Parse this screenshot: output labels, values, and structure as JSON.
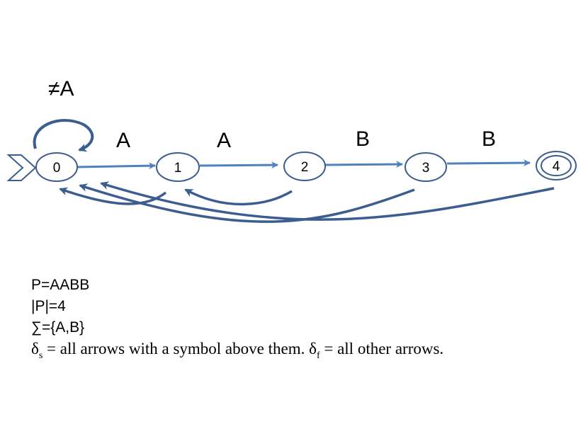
{
  "diagram": {
    "self_loop_label": "≠A",
    "states": [
      "0",
      "1",
      "2",
      "3",
      "4"
    ],
    "transitions": [
      "A",
      "A",
      "B",
      "B"
    ]
  },
  "colors": {
    "forward_arrow": "#4f81bd",
    "back_arrow": "#3b5d8f",
    "node_stroke": "#3b5d8f"
  },
  "notes": {
    "line1": "P=AABB",
    "line2": "|P|=4",
    "line3": "∑={A,B}",
    "line4": {
      "delta_s": "δ",
      "sub_s": "s",
      "text_s": " = all arrows with a symbol above them. ",
      "delta_f": "δ",
      "sub_f": "f",
      "text_f": " = all other arrows."
    }
  }
}
